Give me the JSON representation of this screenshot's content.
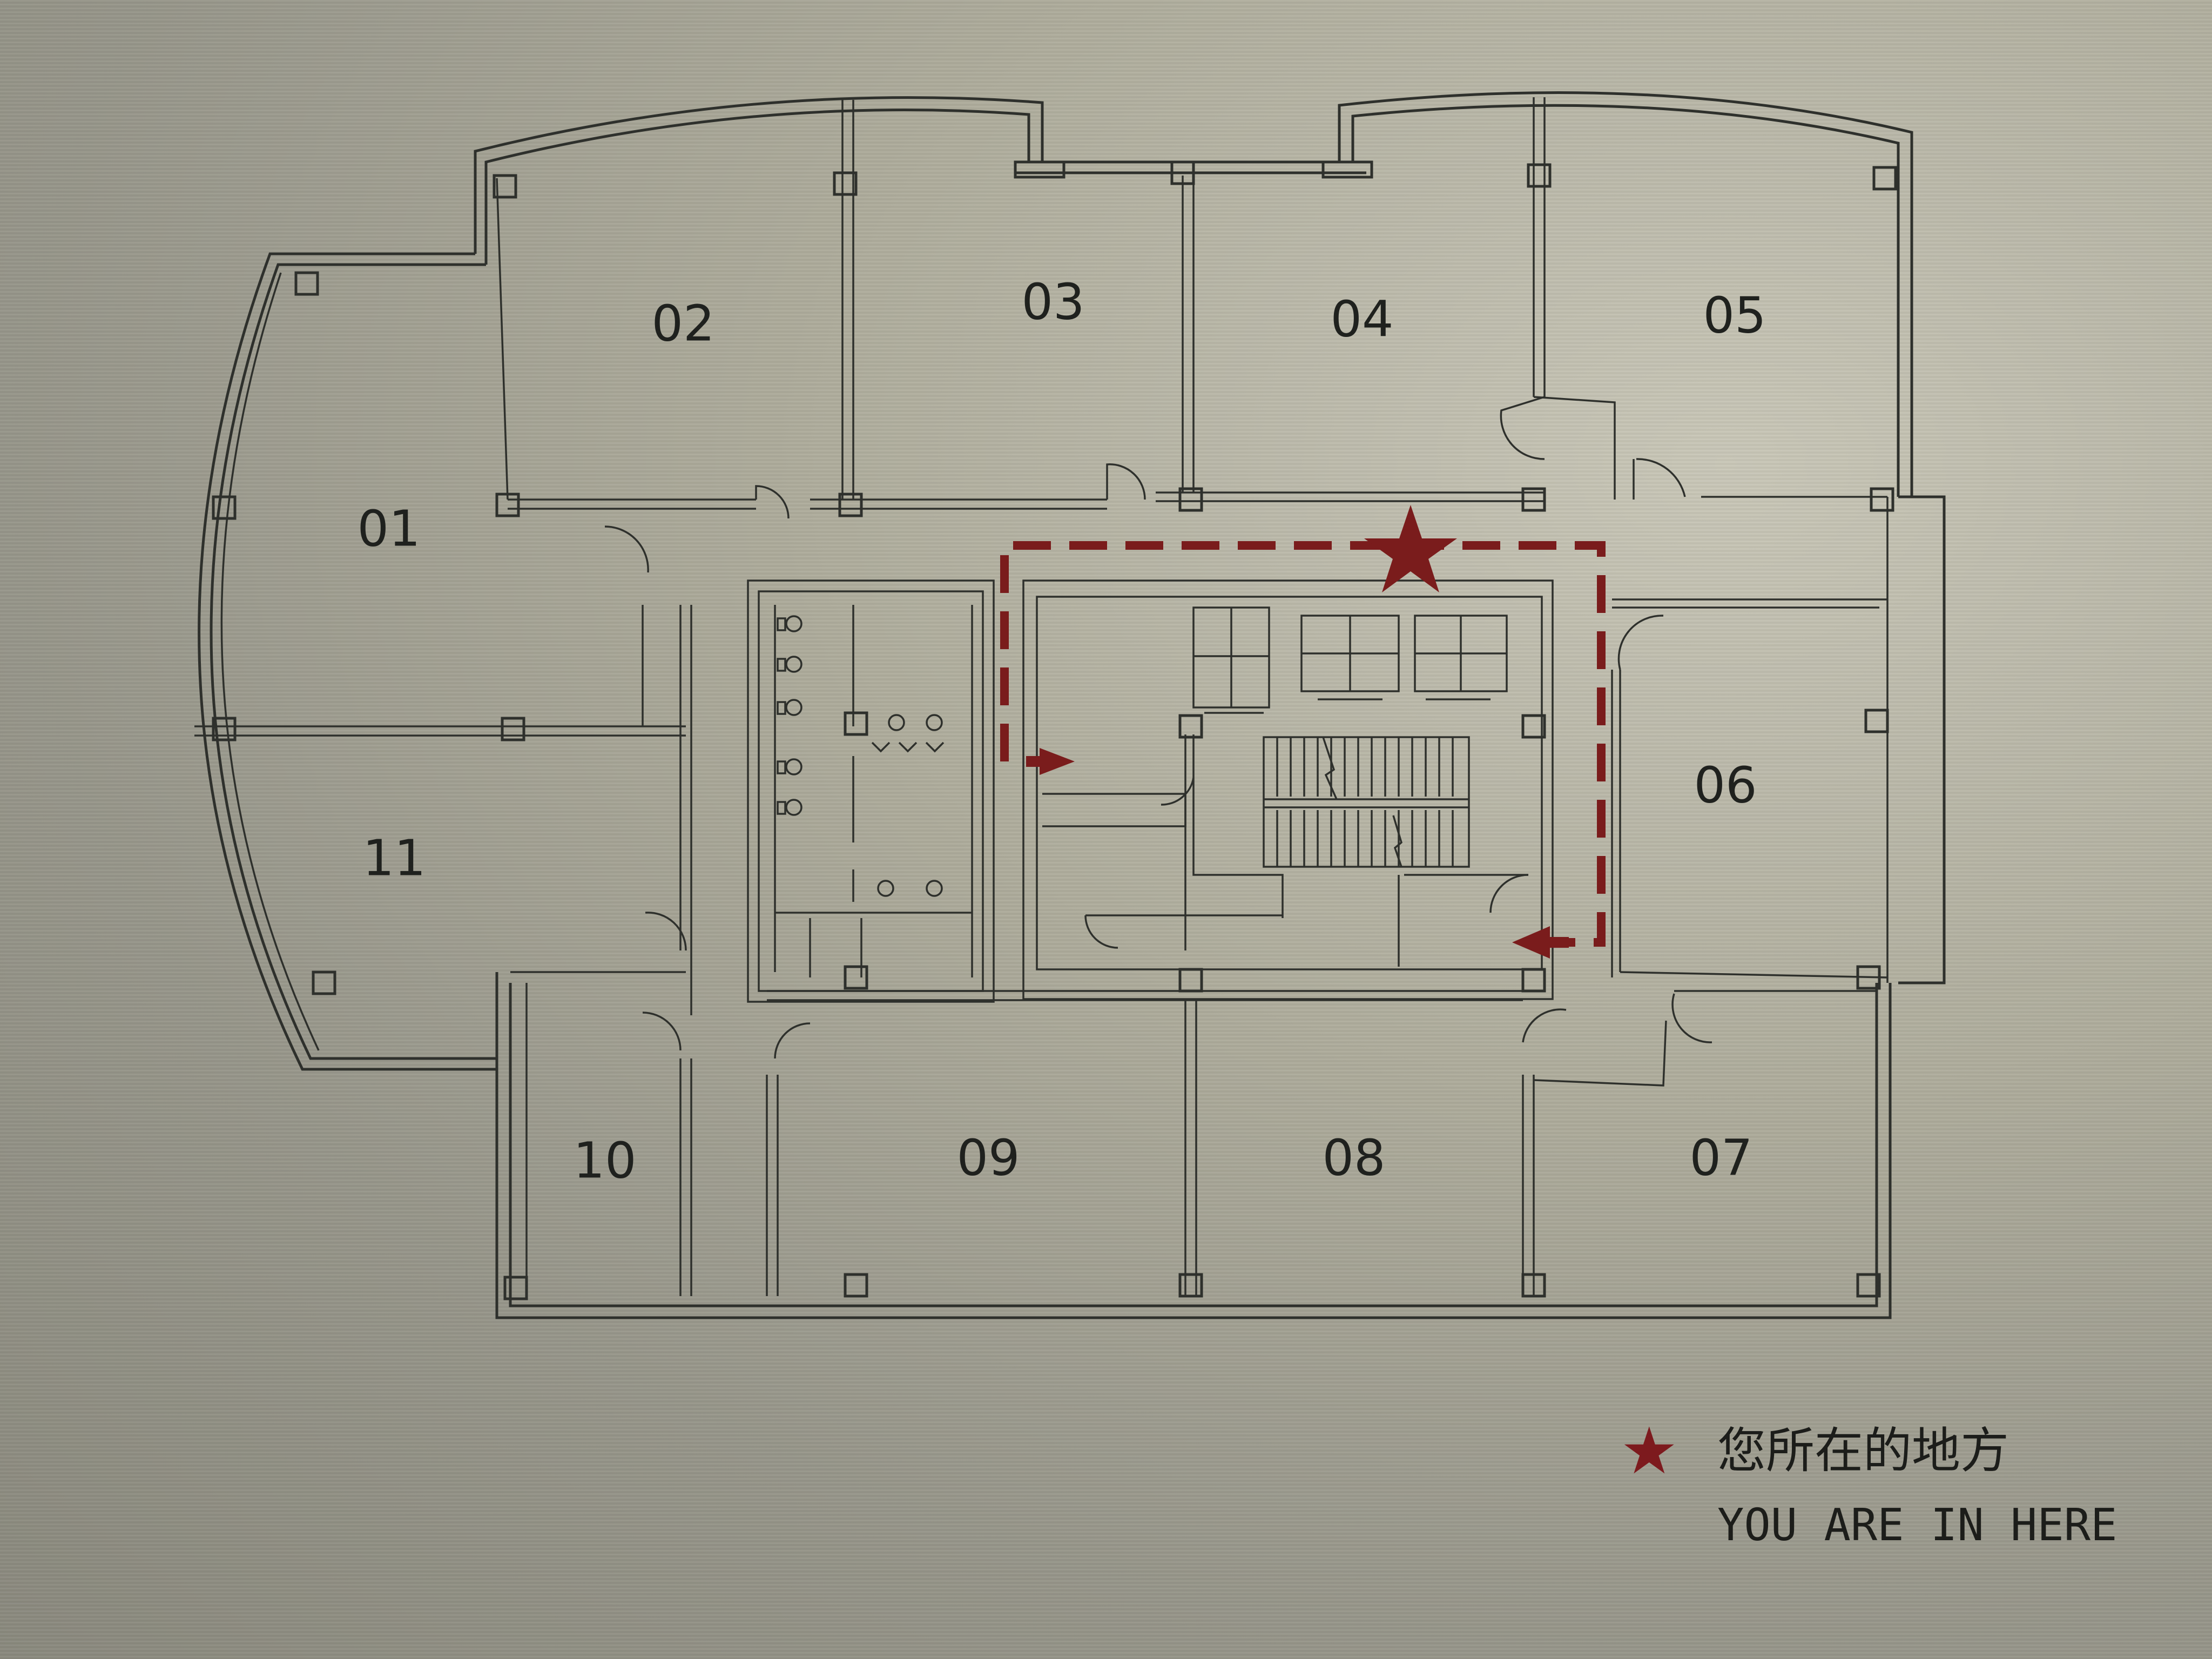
{
  "floor_plan": {
    "rooms": [
      {
        "id": "01",
        "label": "01"
      },
      {
        "id": "02",
        "label": "02"
      },
      {
        "id": "03",
        "label": "03"
      },
      {
        "id": "04",
        "label": "04"
      },
      {
        "id": "05",
        "label": "05"
      },
      {
        "id": "06",
        "label": "06"
      },
      {
        "id": "07",
        "label": "07"
      },
      {
        "id": "08",
        "label": "08"
      },
      {
        "id": "09",
        "label": "09"
      },
      {
        "id": "10",
        "label": "10"
      },
      {
        "id": "11",
        "label": "11"
      }
    ],
    "route_color": "#7a1c1c",
    "line_color": "#2e302c"
  },
  "legend": {
    "star_icon": "★",
    "star_color": "#7d1a1e",
    "label_cn": "您所在的地方",
    "label_en": "YOU ARE IN HERE"
  }
}
